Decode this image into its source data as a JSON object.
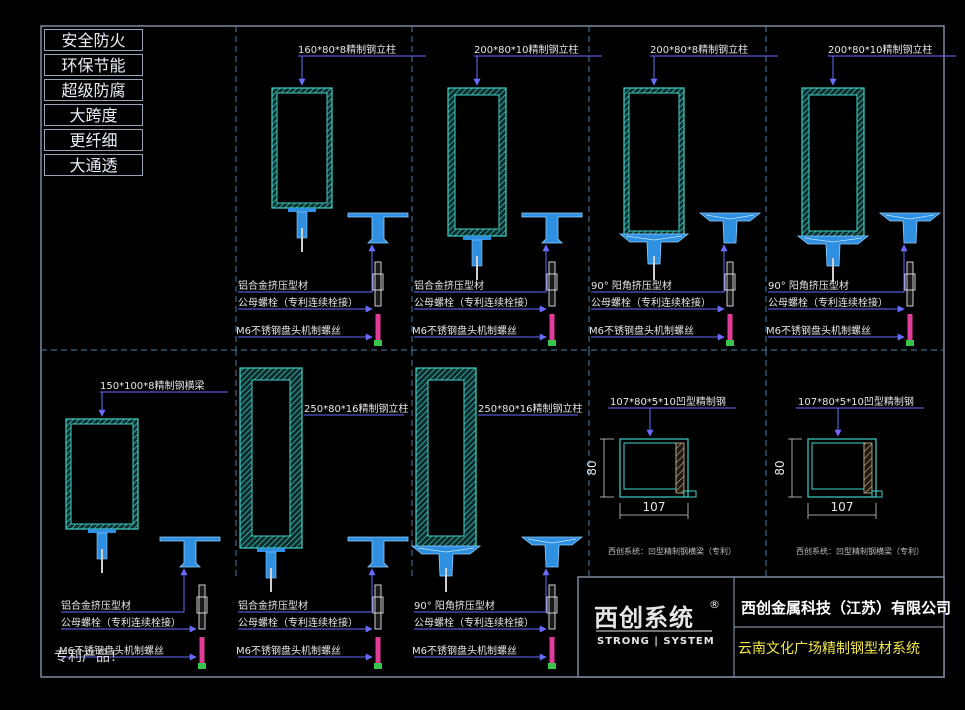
{
  "features": [
    "安全防火",
    "环保节能",
    "超级防腐",
    "大跨度",
    "更纤细",
    "大通透"
  ],
  "panels": [
    {
      "id": "p1",
      "profile": "160*80*8精制钢立柱",
      "cap": "tee",
      "label1": "铝合金挤压型材",
      "label2": "公母螺栓（专利连续栓接）",
      "label3": "M6不锈钢盘头机制螺丝"
    },
    {
      "id": "p2",
      "profile": "200*80*10精制钢立柱",
      "cap": "tee",
      "label1": "铝合金挤压型材",
      "label2": "公母螺栓（专利连续栓接）",
      "label3": "M6不锈钢盘头机制螺丝"
    },
    {
      "id": "p3",
      "profile": "200*80*8精制钢立柱",
      "cap": "angle",
      "label1": "90° 阳角挤压型材",
      "label2": "公母螺栓（专利连续栓接）",
      "label3": "M6不锈钢盘头机制螺丝"
    },
    {
      "id": "p4",
      "profile": "200*80*10精制钢立柱",
      "cap": "angle",
      "label1": "90° 阳角挤压型材",
      "label2": "公母螺栓（专利连续栓接）",
      "label3": "M6不锈钢盘头机制螺丝"
    },
    {
      "id": "p5",
      "profile": "150*100*8精制钢横梁",
      "cap": "tee",
      "label1": "铝合金挤压型材",
      "label2": "公母螺栓（专利连续栓接）",
      "label3": "M6不锈钢盘头机制螺丝"
    },
    {
      "id": "p6",
      "profile": "250*80*16精制钢立柱",
      "cap": "tee",
      "label1": "铝合金挤压型材",
      "label2": "公母螺栓（专利连续栓接）",
      "label3": "M6不锈钢盘头机制螺丝"
    },
    {
      "id": "p7",
      "profile": "250*80*16精制钢立柱",
      "cap": "angle",
      "label1": "90° 阳角挤压型材",
      "label2": "公母螺栓（专利连续栓接）",
      "label3": "M6不锈钢盘头机制螺丝"
    }
  ],
  "channels": [
    {
      "id": "c1",
      "profile": "107*80*5*10凹型精制钢",
      "width": "107",
      "height": "80",
      "caption": "西创系统：凹型精制钢横梁（专利）"
    },
    {
      "id": "c2",
      "profile": "107*80*5*10凹型精制钢",
      "width": "107",
      "height": "80",
      "caption": "西创系统：凹型精制钢横梁（专利）"
    }
  ],
  "footnote": "专利产品！",
  "title_block": {
    "logo_text": "西创系统",
    "logo_mark": "®",
    "logo_sub": "STRONG | SYSTEM",
    "company": "西创金属科技（江苏）有限公司",
    "project": "云南文化广场精制钢型材系统"
  },
  "colors": {
    "steel": "#3fd2c8",
    "alum": "#2f8fe0",
    "leader": "#6a6cff",
    "border": "#7f8aa0",
    "bolt": "#d0d0d0",
    "screw": "#e23c9a",
    "screw_end": "#39c44a"
  }
}
